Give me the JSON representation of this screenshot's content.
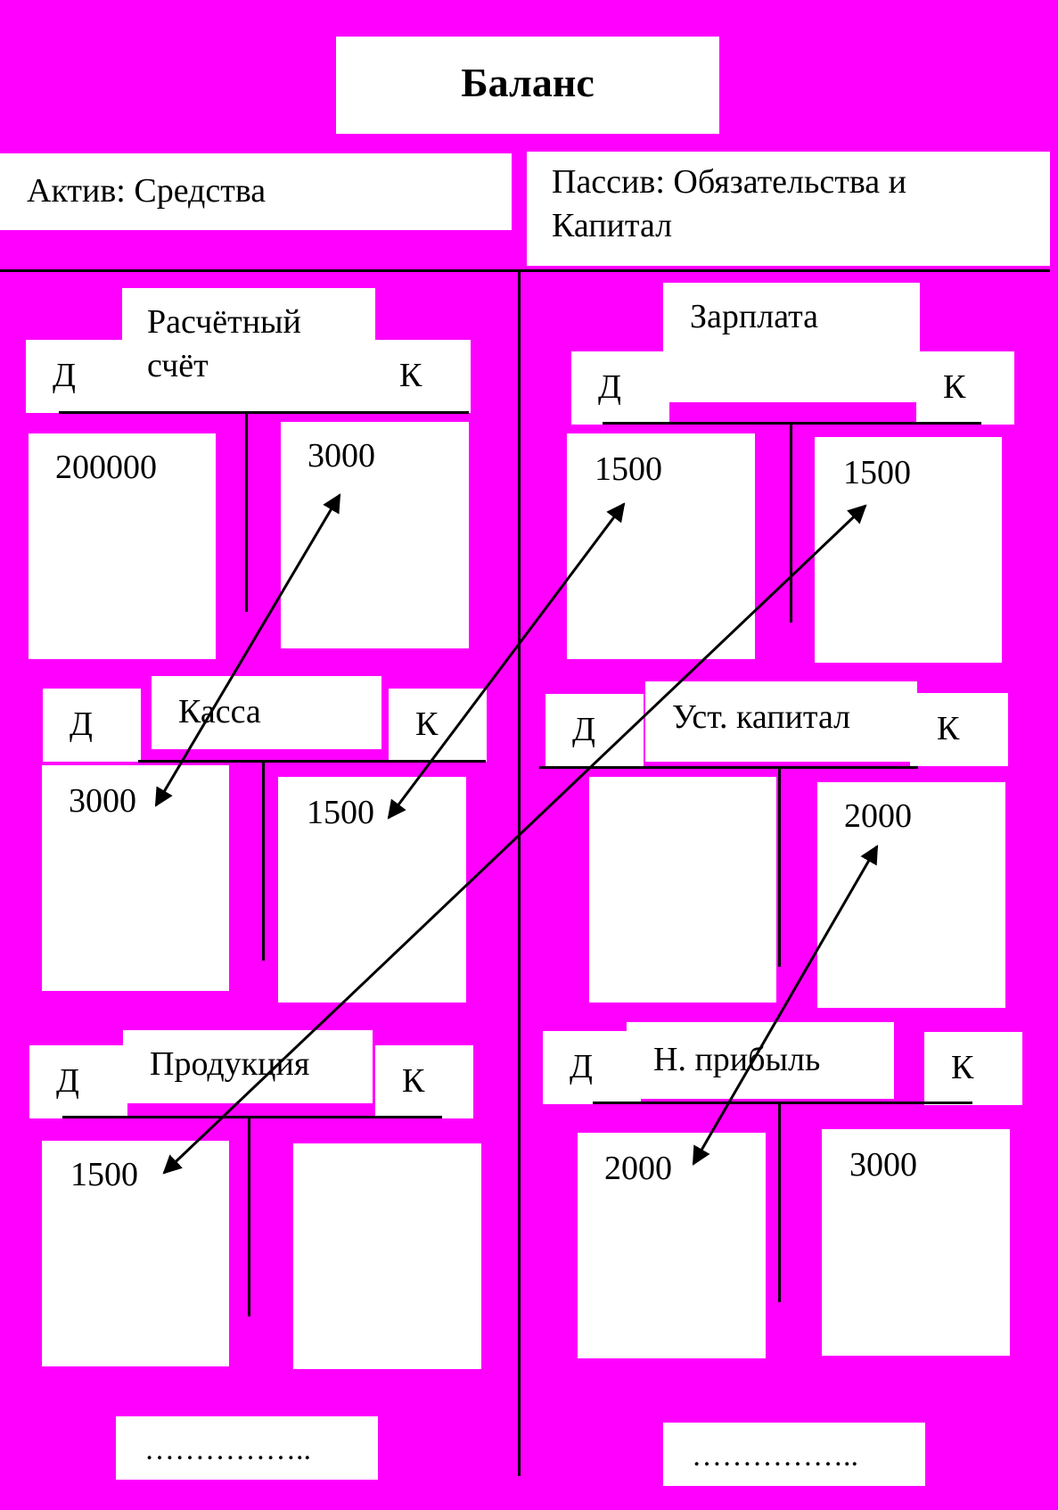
{
  "balance": {
    "title": "Баланс",
    "assets_label": "Актив: Средства",
    "liabilities_label": "Пассив: Обязательства и Капитал"
  },
  "accounts": {
    "raschetny": {
      "name": "Расчётный счёт",
      "debit": "Д",
      "credit": "К",
      "debit_value": "200000",
      "credit_value": "3000"
    },
    "kassa": {
      "name": "Касса",
      "debit": "Д",
      "credit": "К",
      "debit_value": "3000",
      "credit_value": "1500"
    },
    "produkcia": {
      "name": "Продукция",
      "debit": "Д",
      "credit": "К",
      "debit_value": "1500",
      "credit_value": ""
    },
    "zarplata": {
      "name": "Зарплата",
      "debit": "Д",
      "credit": "К",
      "debit_value": "1500",
      "credit_value": "1500"
    },
    "ust_kapital": {
      "name": "Уст. капитал",
      "debit": "Д",
      "credit": "К",
      "debit_value": "",
      "credit_value": "2000"
    },
    "n_pribyl": {
      "name": "Н. прибыль",
      "debit": "Д",
      "credit": "К",
      "debit_value": "2000",
      "credit_value": "3000"
    }
  },
  "footer": {
    "left_total": "……………..",
    "right_total": "……………..",
    "dots": "……………….."
  },
  "colors": {
    "background": "#ff00ff",
    "box": "#ffffff",
    "ink": "#000000"
  }
}
